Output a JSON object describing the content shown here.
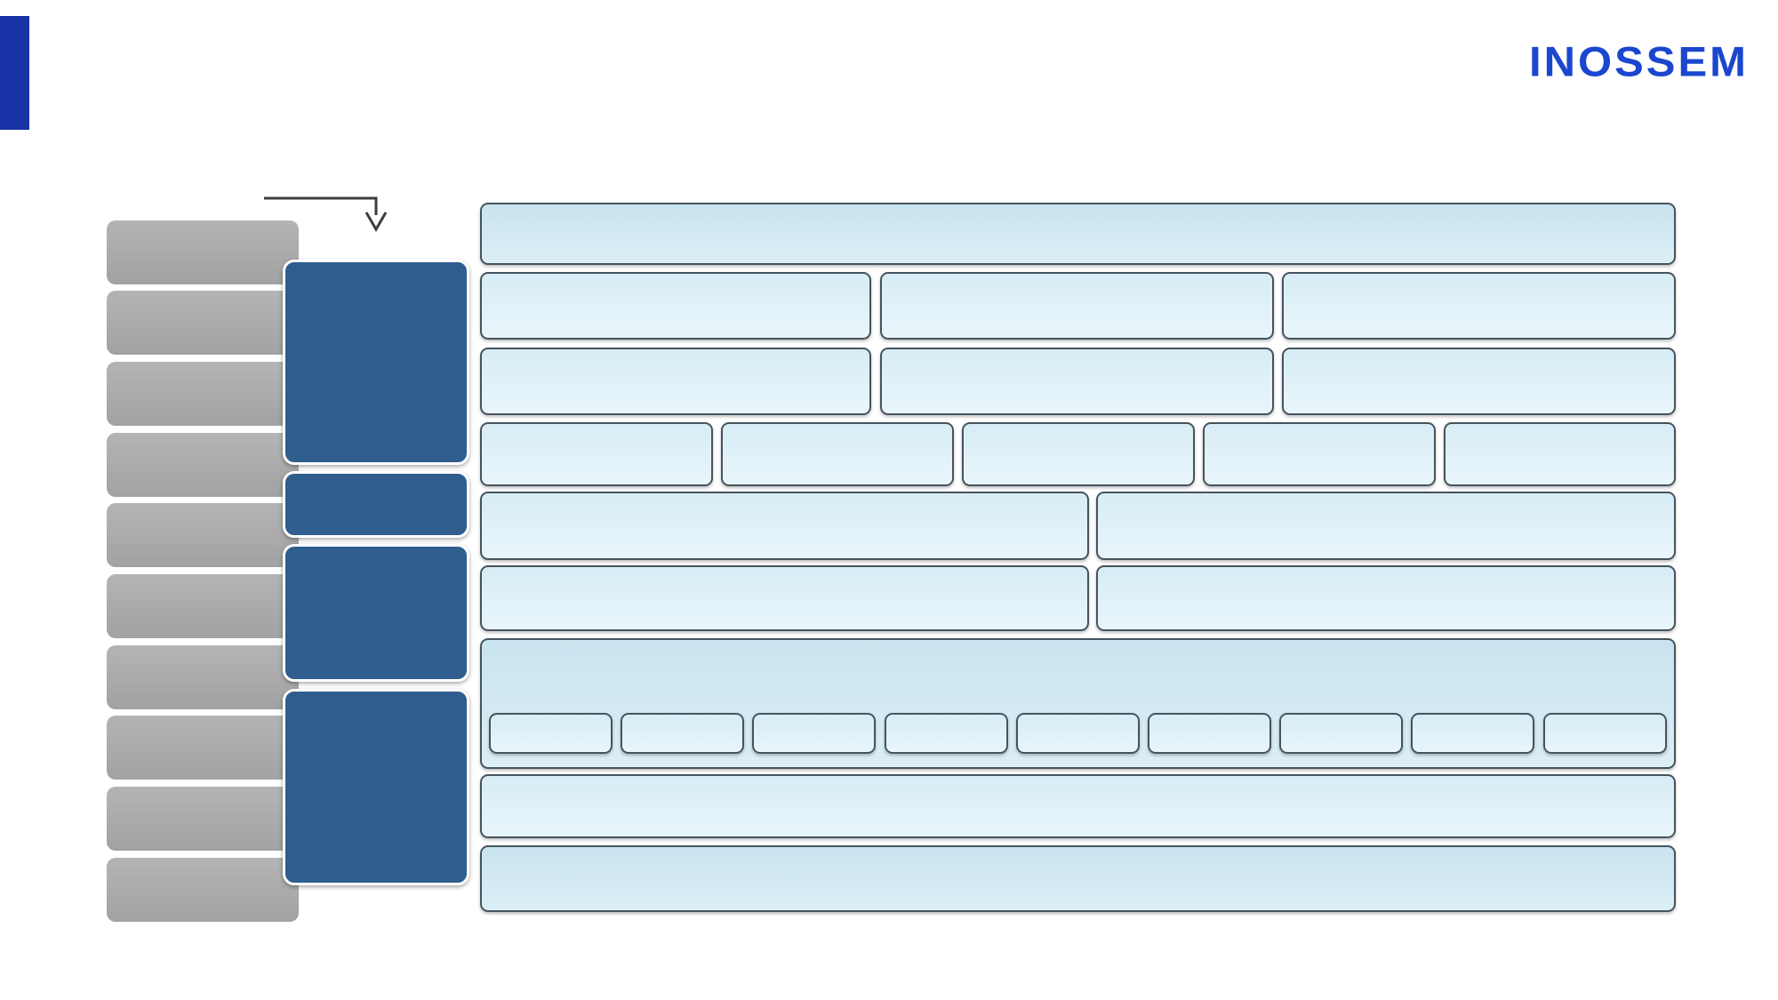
{
  "logo": {
    "text": "INOSSEM"
  },
  "palette": {
    "accent_bar": "#1733a6",
    "logo_color": "#1b46cf",
    "gray_box_top": "#b4b4b4",
    "gray_box_bottom": "#a2a2a2",
    "stage_blue": "#2f5e8e",
    "light_box_top": "#d7ecf5",
    "light_box_bottom": "#e9f6fb",
    "dark_box_top": "#c8e4ef",
    "dark_box_bottom": "#dceef6",
    "box_border": "#45545e",
    "arrow_color": "#3d3d3d"
  },
  "diagram": {
    "gray_placeholder_count": 10,
    "stage_box_count": 4,
    "rows": [
      {
        "name": "row-1",
        "boxes": 1,
        "tone": "dark"
      },
      {
        "name": "row-2",
        "boxes": 3,
        "tone": "light"
      },
      {
        "name": "row-3",
        "boxes": 3,
        "tone": "light"
      },
      {
        "name": "row-4",
        "boxes": 5,
        "tone": "light"
      },
      {
        "name": "row-5",
        "boxes": 2,
        "tone": "light"
      },
      {
        "name": "row-6",
        "boxes": 2,
        "tone": "light"
      },
      {
        "name": "row-7",
        "boxes": 1,
        "tone": "dark",
        "sub_boxes": 9,
        "sub_tone": "light"
      },
      {
        "name": "row-8",
        "boxes": 1,
        "tone": "light"
      },
      {
        "name": "row-9",
        "boxes": 1,
        "tone": "dark"
      }
    ]
  }
}
